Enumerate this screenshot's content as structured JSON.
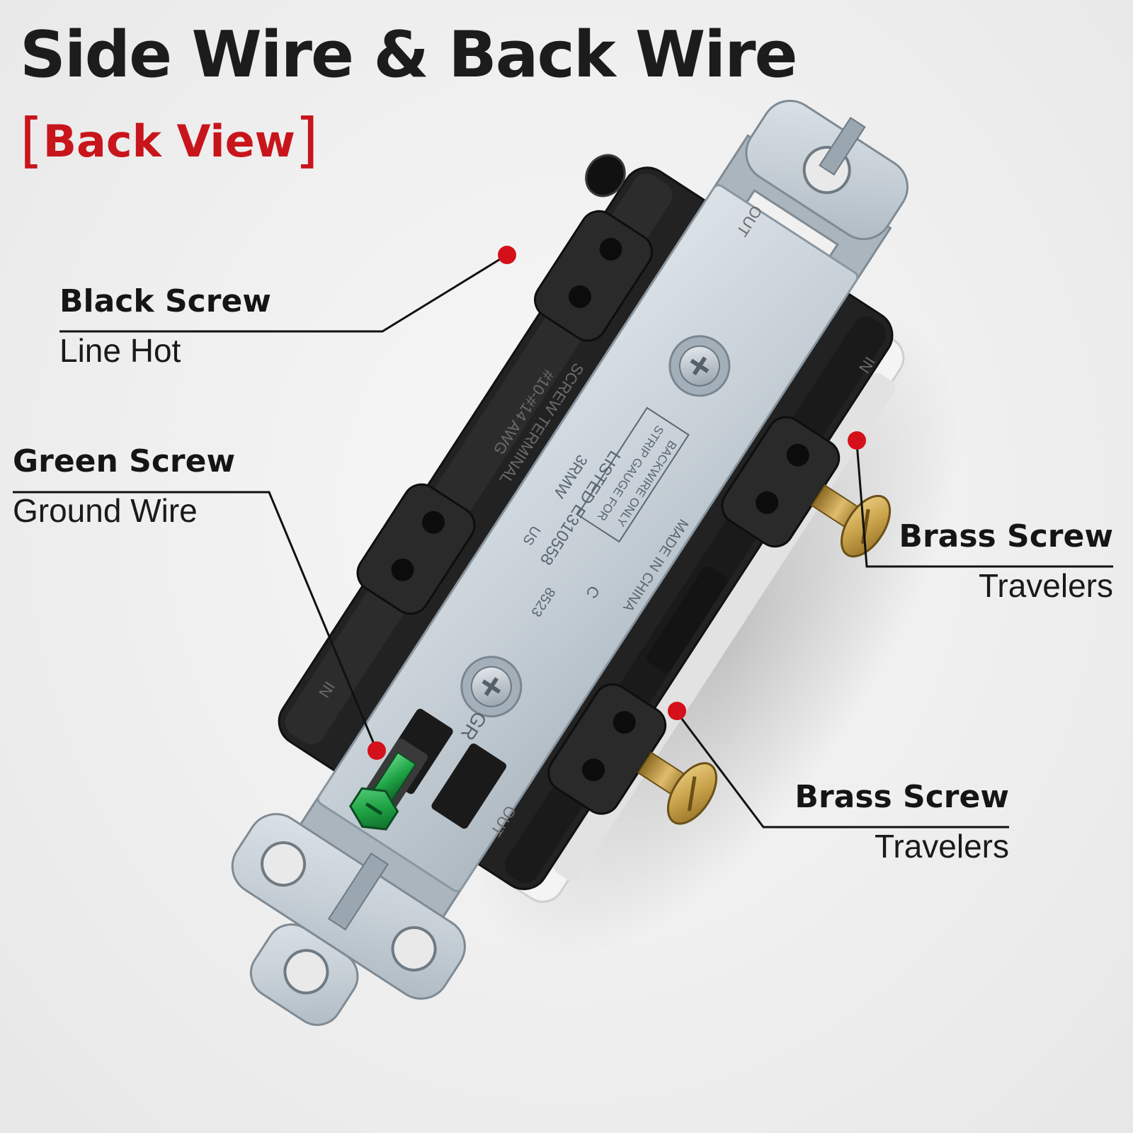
{
  "header": {
    "title": "Side Wire & Back Wire",
    "subtitle_open": "[",
    "subtitle": "Back View",
    "subtitle_close": "]"
  },
  "device_marks": {
    "out_top": "OUT",
    "in_right": "IN",
    "in_left": "IN",
    "out_bottom": "OUT",
    "ground": "GR",
    "backwire_1": "STRIP GAUGE FOR",
    "backwire_2": "BACKWIRE ONLY",
    "screw_terminal": "SCREW TERMINAL",
    "awg": "#10-#14 AWG",
    "listed": "LISTED E310558",
    "model": "3RMW",
    "us": "US",
    "c": "C",
    "code": "8523",
    "made": "MADE IN CHINA"
  },
  "callouts": [
    {
      "name": "Black Screw",
      "desc": "Line Hot"
    },
    {
      "name": "Green Screw",
      "desc": "Ground Wire"
    },
    {
      "name": "Brass Screw",
      "desc": "Travelers"
    },
    {
      "name": "Brass Screw",
      "desc": "Travelers"
    }
  ],
  "colors": {
    "accent_red": "#c8151b",
    "dot_red": "#d4101a",
    "housing_black": "#1e1e1e",
    "strap_silver": "#c8d1d8",
    "brass": "#c9a24a",
    "ground_green": "#1fa345"
  }
}
